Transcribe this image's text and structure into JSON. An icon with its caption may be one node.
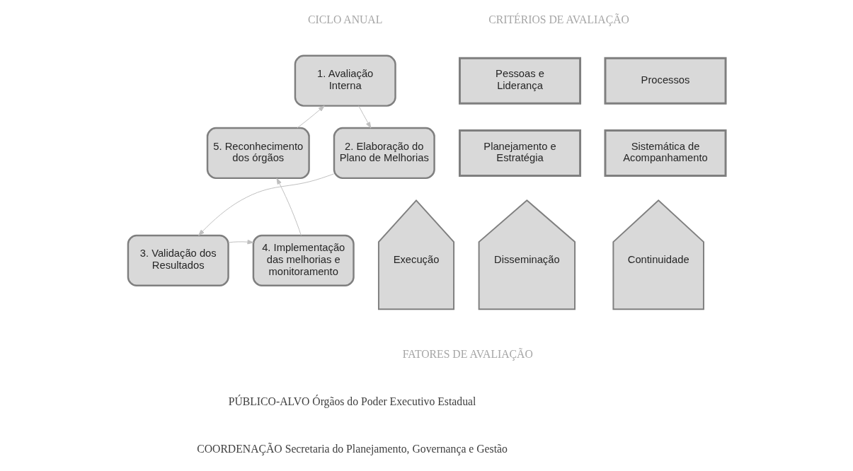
{
  "diagram": {
    "nodes": [
      {
        "text": [
          "1. Avaliação Interna"
        ]
      },
      {
        "text": [
          "2. Elaboração do Plano de Melhorias"
        ]
      },
      {
        "text": [
          "3. Validação dos Resultados"
        ]
      },
      {
        "text": [
          "4. Implementação das melhorias e monitoramento"
        ]
      },
      {
        "text": [
          "5. Reconhecimento dos órgãos"
        ]
      },
      {
        "text": [
          "Pessoas e Liderança"
        ]
      },
      {
        "text": [
          "Processos"
        ]
      },
      {
        "text": [
          "Planejamento e Estratégia"
        ]
      },
      {
        "text": [
          "Sistemática de Acompanhamento"
        ]
      },
      {
        "text": [
          "Execução"
        ]
      },
      {
        "text": [
          "Disseminação"
        ]
      },
      {
        "text": [
          "Continuidade"
        ]
      }
    ],
    "edges": [
      {
        "from": 0,
        "to": 1,
        "arrow": "to"
      },
      {
        "from": 1,
        "to": 2,
        "arrow": "to"
      },
      {
        "from": 2,
        "to": 3,
        "arrow": "to"
      },
      {
        "from": 3,
        "to": 4,
        "arrow": "to"
      },
      {
        "from": 4,
        "to": 0,
        "arrow": "to"
      }
    ],
    "labels": [
      "CICLO ANUAL",
      "CRITÉRIOS DE AVALIAÇÃO",
      "FATORES DE AVALIAÇÃO",
      "PÚBLICO-ALVO Órgãos do Poder Executivo Estadual",
      "COORDENAÇÃO Secretaria do Planejamento, Governança e Gestão"
    ]
  }
}
